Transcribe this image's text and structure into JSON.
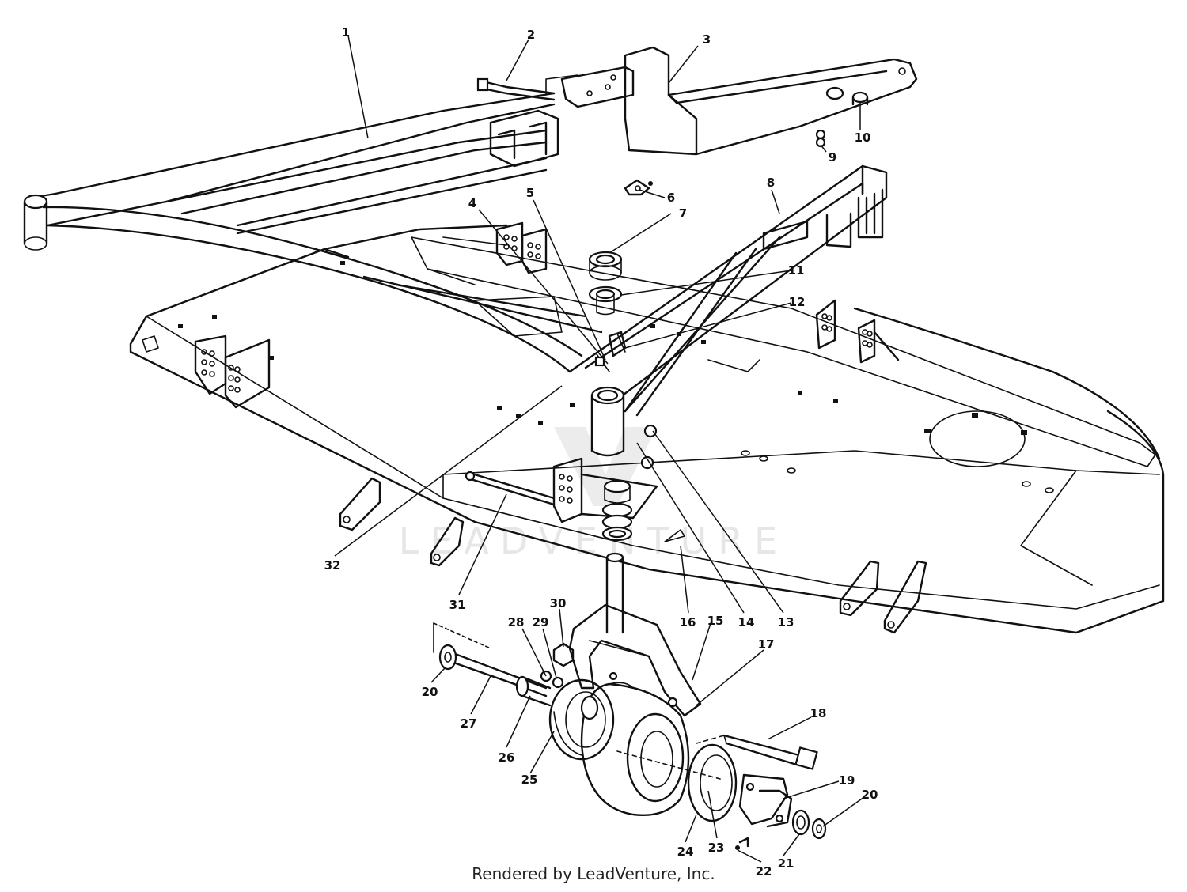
{
  "watermark": "LEADVENTURE",
  "footer": "Rendered by LeadVenture, Inc.",
  "callouts": [
    {
      "id": "1",
      "label": "1"
    },
    {
      "id": "2",
      "label": "2"
    },
    {
      "id": "3",
      "label": "3"
    },
    {
      "id": "4",
      "label": "4"
    },
    {
      "id": "5",
      "label": "5"
    },
    {
      "id": "6",
      "label": "6"
    },
    {
      "id": "7",
      "label": "7"
    },
    {
      "id": "8",
      "label": "8"
    },
    {
      "id": "9",
      "label": "9"
    },
    {
      "id": "10",
      "label": "10"
    },
    {
      "id": "11",
      "label": "11"
    },
    {
      "id": "12",
      "label": "12"
    },
    {
      "id": "13",
      "label": "13"
    },
    {
      "id": "14",
      "label": "14"
    },
    {
      "id": "15",
      "label": "15"
    },
    {
      "id": "16",
      "label": "16"
    },
    {
      "id": "17",
      "label": "17"
    },
    {
      "id": "18",
      "label": "18"
    },
    {
      "id": "19",
      "label": "19"
    },
    {
      "id": "20a",
      "label": "20"
    },
    {
      "id": "20b",
      "label": "20"
    },
    {
      "id": "21",
      "label": "21"
    },
    {
      "id": "22",
      "label": "22"
    },
    {
      "id": "23",
      "label": "23"
    },
    {
      "id": "24",
      "label": "24"
    },
    {
      "id": "25",
      "label": "25"
    },
    {
      "id": "26",
      "label": "26"
    },
    {
      "id": "27",
      "label": "27"
    },
    {
      "id": "28",
      "label": "28"
    },
    {
      "id": "29",
      "label": "29"
    },
    {
      "id": "30",
      "label": "30"
    },
    {
      "id": "31",
      "label": "31"
    },
    {
      "id": "32",
      "label": "32"
    }
  ]
}
